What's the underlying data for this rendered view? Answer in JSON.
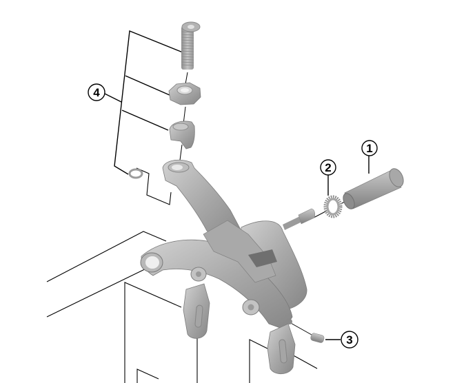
{
  "diagram": {
    "type": "exploded-parts-view",
    "subject": "brake caliper assembly",
    "callouts": [
      {
        "id": "callout-1",
        "label": "1",
        "part": "mounting bolt / sleeve nut"
      },
      {
        "id": "callout-2",
        "label": "2",
        "part": "toothed washer"
      },
      {
        "id": "callout-3",
        "label": "3",
        "part": "pad adjustment screw"
      },
      {
        "id": "callout-4",
        "label": "4",
        "part": "cable adjuster set (adjuster barrel, lock nut, holder, washer)"
      }
    ]
  },
  "colors": {
    "background": "#ffffff",
    "line": "#000000",
    "part_light": "#c8c8c8",
    "part_mid": "#a6a6a6",
    "part_dark": "#7e7e7e"
  }
}
